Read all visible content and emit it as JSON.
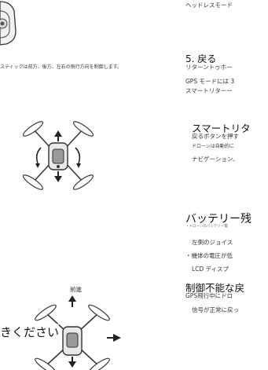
{
  "left": {
    "stick_note": "スティックは前方、後方、左右の飛行方向を制御します。",
    "forward_label": "前進",
    "caption_partial": "きください"
  },
  "right": {
    "headless_partial": "ヘッドレスモード",
    "s5_title": "5. 戻る",
    "s5_line1": "リターントゥホー",
    "s5_line2": "GPS モードには 3",
    "s5_line3": "スマートリターー",
    "smart_title": "スマートリタ",
    "smart_line1": "戻るボタンを押す",
    "smart_line2": "ドローンは自動的に",
    "smart_line3": "ナビゲーション、",
    "battery_title": "バッテリー残",
    "battery_note": "・ドローンのバッテリー電",
    "battery_line1": "左側のジョイス",
    "battery_line2": "・機体の電圧が低",
    "battery_line3": "LCD ディスプ",
    "loss_title": "制御不能な戻",
    "loss_line1": "GPS飛行中にドロ",
    "loss_line2": "信号が正常に戻っ"
  },
  "colors": {
    "text": "#222222",
    "diagram": "#3a3a3a"
  }
}
